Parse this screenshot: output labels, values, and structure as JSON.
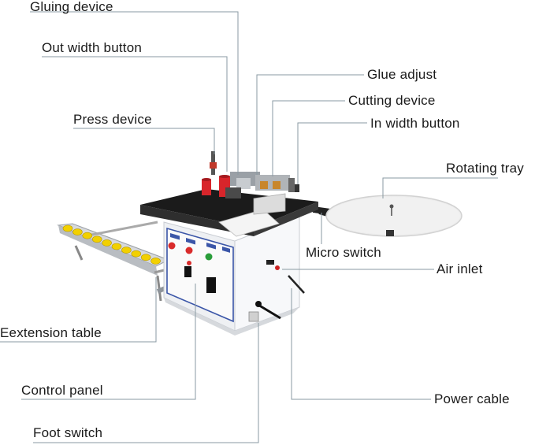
{
  "labels": {
    "gluing_device": "Gluing device",
    "out_width_button": "Out width button",
    "press_device": "Press device",
    "glue_adjust": "Glue adjust",
    "cutting_device": "Cutting device",
    "in_width_button": "In width button",
    "rotating_tray": "Rotating tray",
    "micro_switch": "Micro switch",
    "air_inlet": "Air inlet",
    "extension_table": "Eextension table",
    "control_panel": "Control panel",
    "power_cable": "Power cable",
    "foot_switch": "Foot switch"
  },
  "colors": {
    "leader_line": "#8a9aa3",
    "table_top": "#1b1b1b",
    "cabinet": "#f2f3f5",
    "panel_face": "#fafafa",
    "panel_border": "#3b56a8",
    "roller_yellow": "#f2d000",
    "glue_red": "#d8252b",
    "tray_fill": "#eeeeee",
    "button_red": "#d92b2b",
    "button_green": "#2a9d3a"
  }
}
